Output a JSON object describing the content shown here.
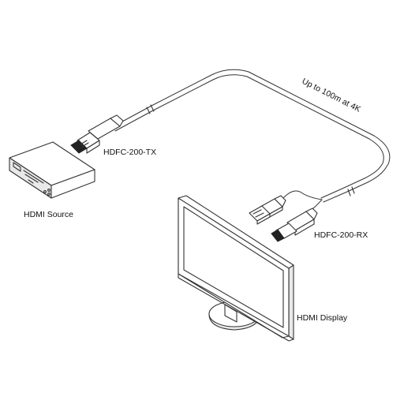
{
  "labels": {
    "tx": "HDFC-200-TX",
    "rx": "HDFC-200-RX",
    "source": "HDMI Source",
    "display": "HDMI Display",
    "distance": "Up to 100m at 4K"
  }
}
